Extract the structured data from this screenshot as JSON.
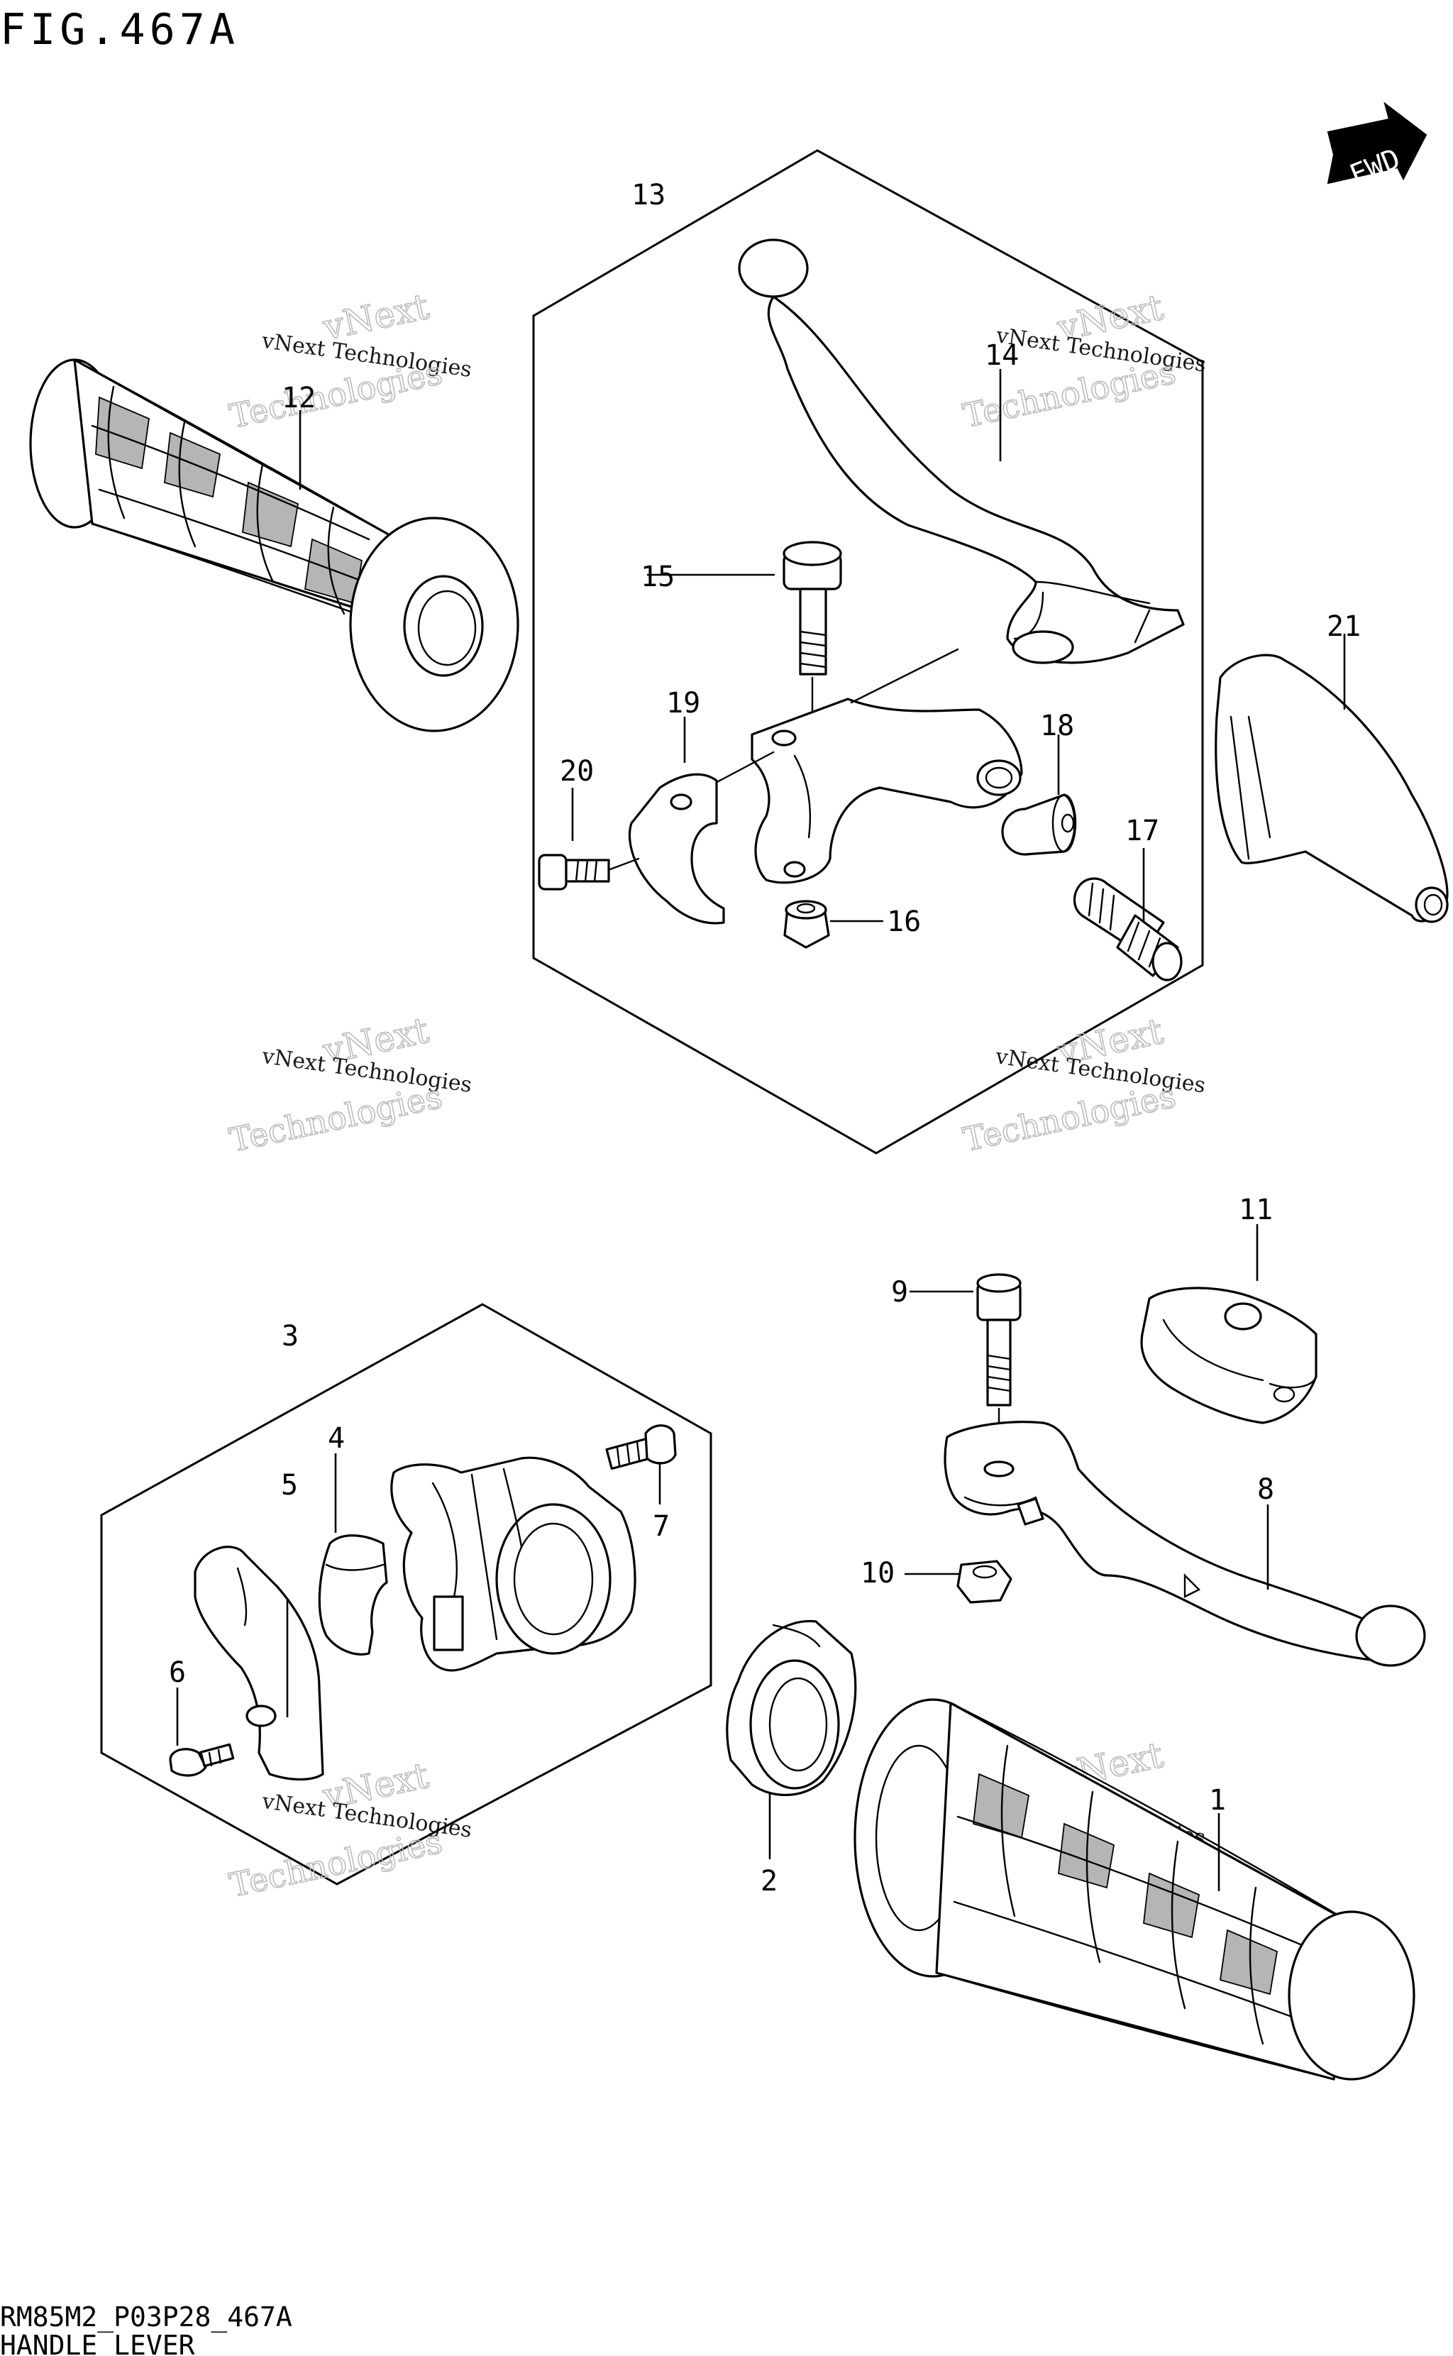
{
  "figure": {
    "title": "FIG.467A",
    "code": "RM85M2_P03P28_467A",
    "caption": "HANDLE LEVER",
    "fwd_label": "FWD"
  },
  "watermark": {
    "line_small": "vNext Technologies",
    "line_vnext": "vNext",
    "line_tech": "Technologies"
  },
  "callouts": {
    "c1": "1",
    "c2": "2",
    "c3": "3",
    "c4": "4",
    "c5": "5",
    "c6": "6",
    "c7": "7",
    "c8": "8",
    "c9": "9",
    "c10": "10",
    "c11": "11",
    "c12": "12",
    "c13": "13",
    "c14": "14",
    "c15": "15",
    "c16": "16",
    "c17": "17",
    "c18": "18",
    "c19": "19",
    "c20": "20",
    "c21": "21"
  }
}
